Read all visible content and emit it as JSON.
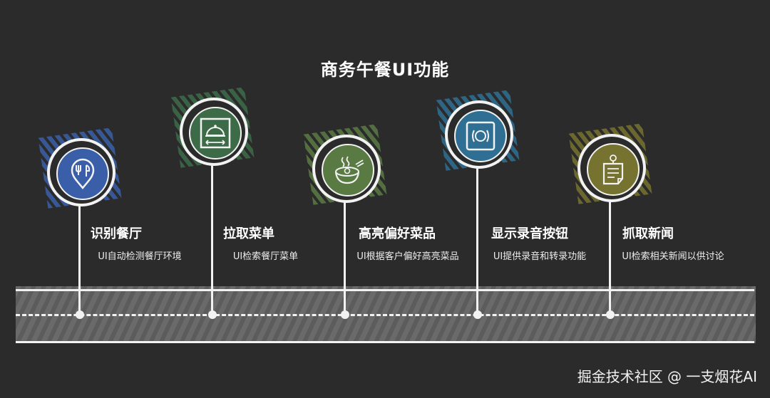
{
  "title": "商务午餐UI功能",
  "steps": [
    {
      "label": "识别餐厅",
      "description": "UI自动检测餐厅环境",
      "icon": "restaurant-pin-icon",
      "color": "#3a5fa8"
    },
    {
      "label": "拉取菜单",
      "description": "UI检索餐厅菜单",
      "icon": "serving-cloche-icon",
      "color": "#3d6b48"
    },
    {
      "label": "高亮偏好菜品",
      "description": "UI根据客户偏好高亮菜品",
      "icon": "noodle-bowl-icon",
      "color": "#5a7a43"
    },
    {
      "label": "显示录音按钮",
      "description": "UI提供录音和转录功能",
      "icon": "record-button-icon",
      "color": "#2f6f93"
    },
    {
      "label": "抓取新闻",
      "description": "UI检索相关新闻以供讨论",
      "icon": "news-document-icon",
      "color": "#76722f"
    }
  ],
  "watermark": "掘金技术社区 @ 一支烟花AI"
}
